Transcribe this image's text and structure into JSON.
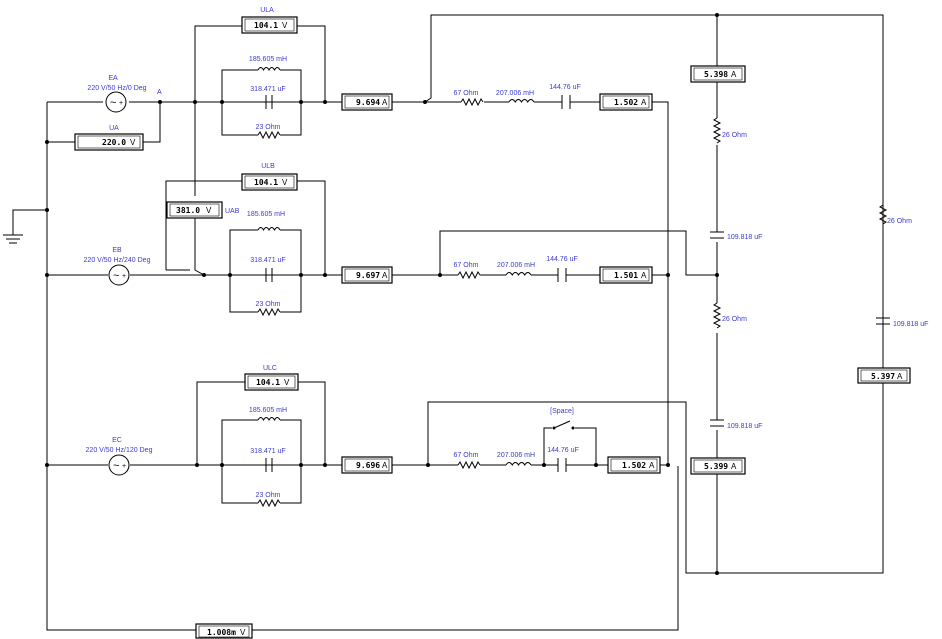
{
  "sources": {
    "ea": {
      "name": "EA",
      "spec": "220 V/50 Hz/0 Deg",
      "node": "A"
    },
    "eb": {
      "name": "EB",
      "spec": "220 V/50 Hz/240 Deg"
    },
    "ec": {
      "name": "EC",
      "spec": "220 V/50 Hz/120 Deg"
    }
  },
  "voltmeters": {
    "ula": {
      "label": "ULA",
      "value": "104.1",
      "unit": "V"
    },
    "ulb": {
      "label": "ULB",
      "value": "104.1",
      "unit": "V"
    },
    "ulc": {
      "label": "ULC",
      "value": "104.1",
      "unit": "V"
    },
    "ua": {
      "label": "UA",
      "value": "220.0",
      "unit": "V"
    },
    "uab": {
      "label": "UAB",
      "value": "381.0",
      "unit": "V"
    },
    "neutral": {
      "value": "1.008m",
      "unit": "V"
    }
  },
  "ammeters": {
    "line_a": {
      "value": "9.694",
      "unit": "A"
    },
    "line_b": {
      "value": "9.697",
      "unit": "A"
    },
    "line_c": {
      "value": "9.696",
      "unit": "A"
    },
    "load_a": {
      "value": "1.502",
      "unit": "A"
    },
    "load_b": {
      "value": "1.501",
      "unit": "A"
    },
    "load_c": {
      "value": "1.502",
      "unit": "A"
    },
    "delta_1": {
      "value": "5.398",
      "unit": "A"
    },
    "delta_2": {
      "value": "5.399",
      "unit": "A"
    },
    "delta_3": {
      "value": "5.397",
      "unit": "A"
    }
  },
  "parallel_load": {
    "inductor": "185.605 mH",
    "capacitor": "318.471 uF",
    "resistor": "23  Ohm"
  },
  "series_load": {
    "resistor": "67  Ohm",
    "inductor": "207.006 mH",
    "capacitor": "144.76 uF"
  },
  "delta_load": {
    "resistor": "26  Ohm",
    "capacitor": "109.818 uF"
  },
  "switch": {
    "key": "[Space]"
  }
}
